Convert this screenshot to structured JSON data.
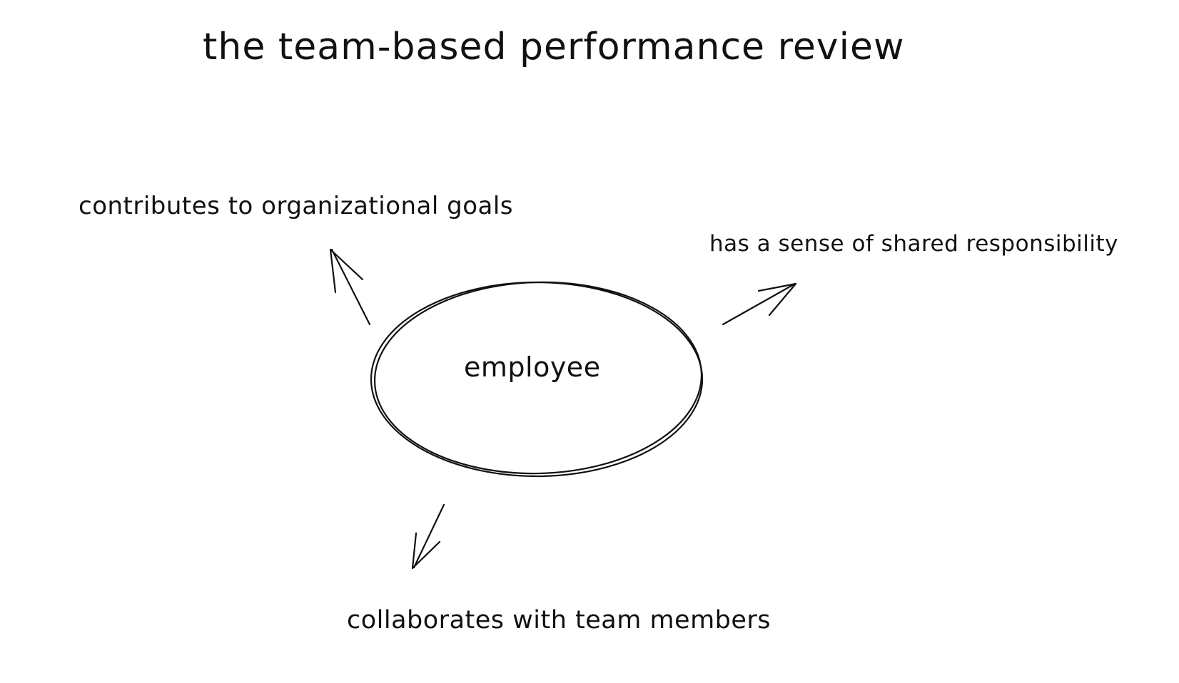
{
  "diagram": {
    "title": "the team-based performance review",
    "center_node": "employee",
    "outcomes": [
      {
        "label": "contributes to organizational goals"
      },
      {
        "label": "has a sense of shared responsibility"
      },
      {
        "label": "collaborates with team members"
      }
    ]
  },
  "colors": {
    "ink": "#111111",
    "background": "#ffffff"
  }
}
